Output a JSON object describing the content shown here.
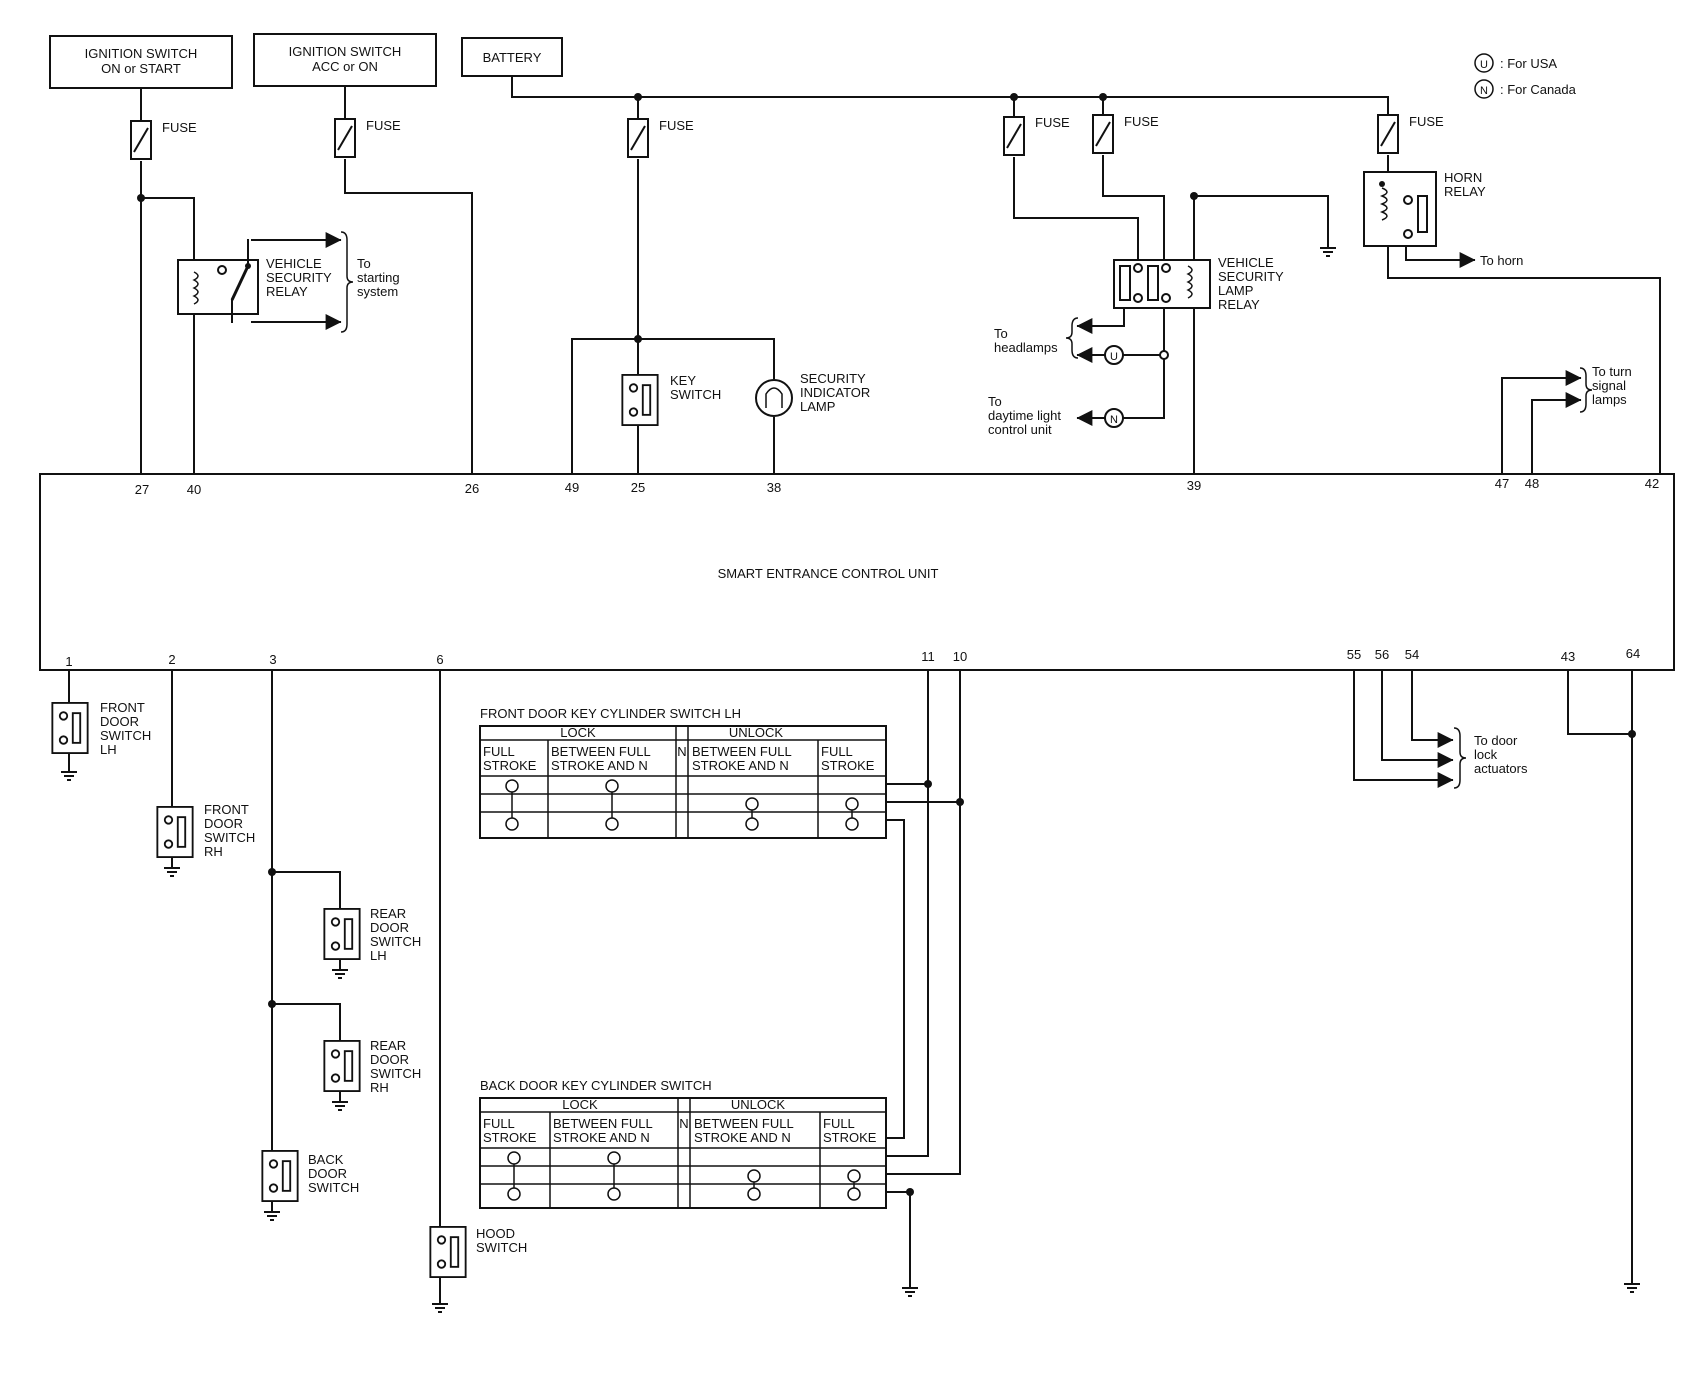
{
  "legend": {
    "usa_symbol": "U",
    "usa_text": ": For USA",
    "canada_symbol": "N",
    "canada_text": ": For Canada"
  },
  "sources": {
    "ign_on_start": [
      "IGNITION SWITCH",
      "ON or START"
    ],
    "ign_acc_on": [
      "IGNITION SWITCH",
      "ACC or ON"
    ],
    "battery": "BATTERY"
  },
  "fuse_label": "FUSE",
  "components": {
    "vehicle_security_relay": [
      "VEHICLE",
      "SECURITY",
      "RELAY"
    ],
    "to_starting_system": [
      "To",
      "starting",
      "system"
    ],
    "key_switch": [
      "KEY",
      "SWITCH"
    ],
    "security_indicator_lamp": [
      "SECURITY",
      "INDICATOR",
      "LAMP"
    ],
    "vehicle_security_lamp_relay": [
      "VEHICLE",
      "SECURITY",
      "LAMP",
      "RELAY"
    ],
    "to_headlamps": [
      "To",
      "headlamps"
    ],
    "to_daytime_light": [
      "To",
      "daytime light",
      "control unit"
    ],
    "horn_relay": [
      "HORN",
      "RELAY"
    ],
    "to_horn": "To horn",
    "to_turn_signal": [
      "To turn",
      "signal",
      "lamps"
    ],
    "to_door_lock": [
      "To door",
      "lock",
      "actuators"
    ],
    "front_door_switch_lh": [
      "FRONT",
      "DOOR",
      "SWITCH",
      "LH"
    ],
    "front_door_switch_rh": [
      "FRONT",
      "DOOR",
      "SWITCH",
      "RH"
    ],
    "rear_door_switch_lh": [
      "REAR",
      "DOOR",
      "SWITCH",
      "LH"
    ],
    "rear_door_switch_rh": [
      "REAR",
      "DOOR",
      "SWITCH",
      "RH"
    ],
    "back_door_switch": [
      "BACK",
      "DOOR",
      "SWITCH"
    ],
    "hood_switch": [
      "HOOD",
      "SWITCH"
    ]
  },
  "control_unit": {
    "name": "SMART ENTRANCE CONTROL UNIT",
    "top_pins": [
      "27",
      "40",
      "26",
      "49",
      "25",
      "38",
      "39",
      "47",
      "48",
      "42"
    ],
    "bottom_pins": [
      "1",
      "2",
      "3",
      "6",
      "11",
      "10",
      "55",
      "56",
      "54",
      "43",
      "64"
    ]
  },
  "key_cylinder_tables": [
    {
      "title": "FRONT DOOR KEY CYLINDER SWITCH LH",
      "lock": "LOCK",
      "unlock": "UNLOCK",
      "n": "N",
      "cols": [
        [
          "FULL",
          "STROKE"
        ],
        [
          "BETWEEN FULL",
          "STROKE AND N"
        ],
        [
          "BETWEEN FULL",
          "STROKE AND N"
        ],
        [
          "FULL",
          "STROKE"
        ]
      ]
    },
    {
      "title": "BACK DOOR KEY CYLINDER SWITCH",
      "lock": "LOCK",
      "unlock": "UNLOCK",
      "n": "N",
      "cols": [
        [
          "FULL",
          "STROKE"
        ],
        [
          "BETWEEN FULL",
          "STROKE AND N"
        ],
        [
          "BETWEEN FULL",
          "STROKE AND N"
        ],
        [
          "FULL",
          "STROKE"
        ]
      ]
    }
  ]
}
